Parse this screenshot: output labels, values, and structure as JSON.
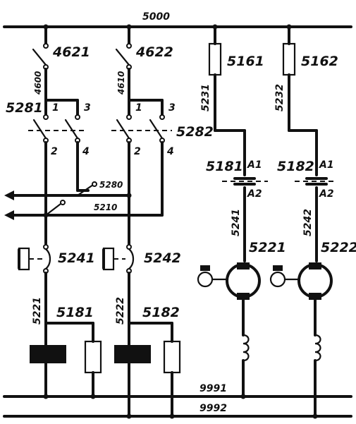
{
  "buses": {
    "top": "5000",
    "return_1": "9991",
    "return_2": "9992"
  },
  "breakers": {
    "left": "4621",
    "right": "4622"
  },
  "fuses": {
    "left": "5161",
    "right": "5162"
  },
  "branch_wires": {
    "left": "4600",
    "right": "4610",
    "fuse_left": "5231",
    "fuse_right": "5232"
  },
  "switch_groups": {
    "left": "5281",
    "right": "5282"
  },
  "terminals": {
    "t1": "1",
    "t2": "2",
    "t3": "3",
    "t4": "4",
    "a1": "A1",
    "a2": "A2"
  },
  "control_lines": {
    "upper": "5280",
    "lower": "5210"
  },
  "relays": {
    "left": "5241",
    "right": "5242"
  },
  "coil_wires": {
    "left": "5221",
    "right": "5222"
  },
  "coil_branches": {
    "left": "5181",
    "right": "5182"
  },
  "motor_contacts": {
    "left": "5181",
    "right": "5182"
  },
  "motor_wires": {
    "left": "5241",
    "right": "5242"
  },
  "motors": {
    "left": "5221",
    "right": "5222"
  }
}
